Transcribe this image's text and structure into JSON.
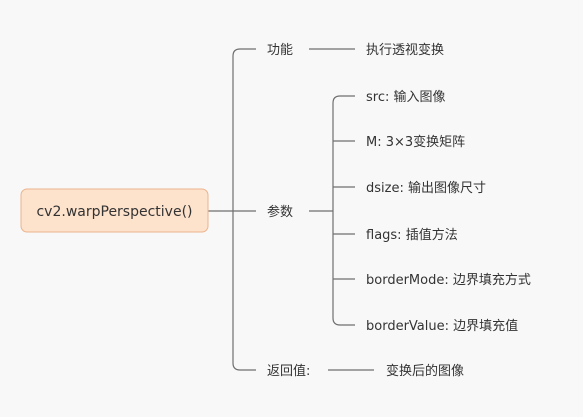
{
  "root": {
    "label": "cv2.warpPerspective()"
  },
  "branches": [
    {
      "label": "功能",
      "children": [
        "执行透视变换"
      ]
    },
    {
      "label": "参数",
      "children": [
        "src: 输入图像",
        "M: 3×3变换矩阵",
        "dsize: 输出图像尺寸",
        "flags: 插值方法",
        "borderMode: 边界填充方式",
        "borderValue: 边界填充值"
      ]
    },
    {
      "label": "返回值:",
      "children": [
        "变换后的图像"
      ]
    }
  ],
  "colors": {
    "background": "#f8f8f8",
    "root_fill": "#fde2cc",
    "root_border": "#eab48e",
    "line": "#6f6f6f",
    "text": "#333333"
  }
}
